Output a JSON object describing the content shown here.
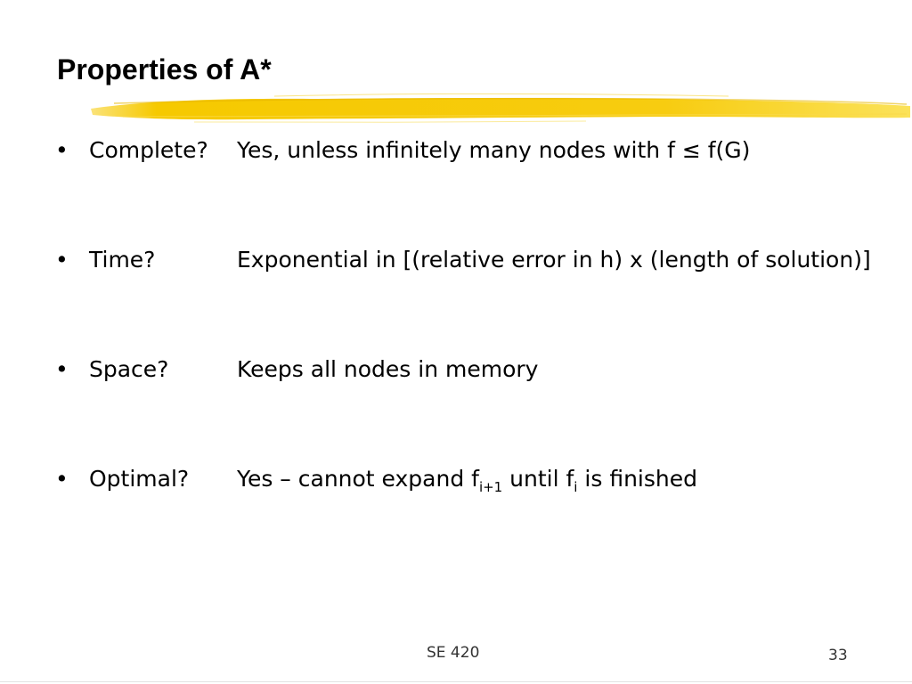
{
  "slide": {
    "title": "Properties of A*",
    "accent_color": "#f5c800",
    "bullets": [
      {
        "label": "Complete?",
        "desc": {
          "text": "Yes, unless infinitely many nodes with f ≤ f(G)"
        }
      },
      {
        "label": "Time?",
        "desc": {
          "text": "Exponential in [(relative error in h) x (length of solution)]"
        }
      },
      {
        "label": "Space?",
        "desc": {
          "text": "Keeps all nodes in memory"
        }
      },
      {
        "label": "Optimal?",
        "desc": {
          "part1": "Yes – cannot expand f",
          "sub1": "i+1",
          "part2": " until f",
          "sub2": "i",
          "part3": " is finished"
        }
      }
    ],
    "bullet_symbol": "•",
    "footer": {
      "course": "SE 420",
      "page_number": "33"
    }
  }
}
